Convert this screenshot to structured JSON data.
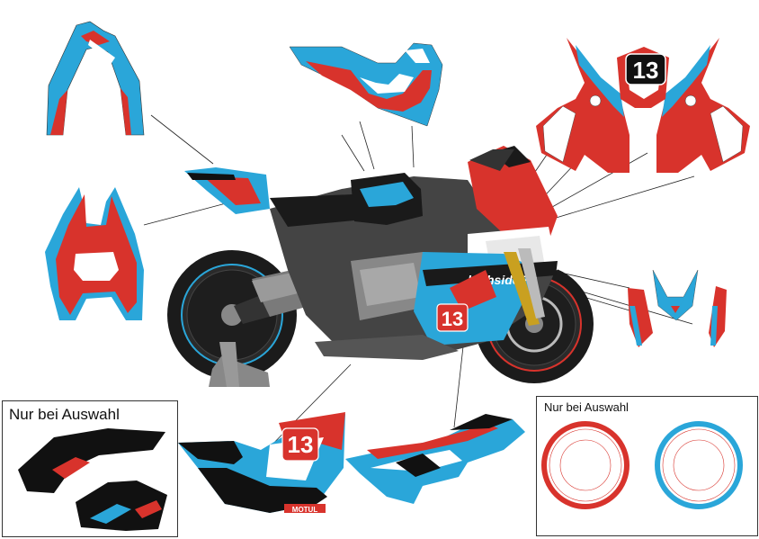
{
  "options": [
    {
      "label": "Nur bei Auswahl"
    },
    {
      "label": "Nur bei Auswahl"
    }
  ],
  "race_number": "13",
  "decal_text": {
    "sponsor": "highsidePR",
    "oil_brand": "MOTUL"
  },
  "colors": {
    "blue": "#2aa6d9",
    "red": "#d8332c",
    "black": "#111111",
    "white": "#ffffff",
    "frame_gray": "#555555",
    "leader_line": "#222222"
  }
}
